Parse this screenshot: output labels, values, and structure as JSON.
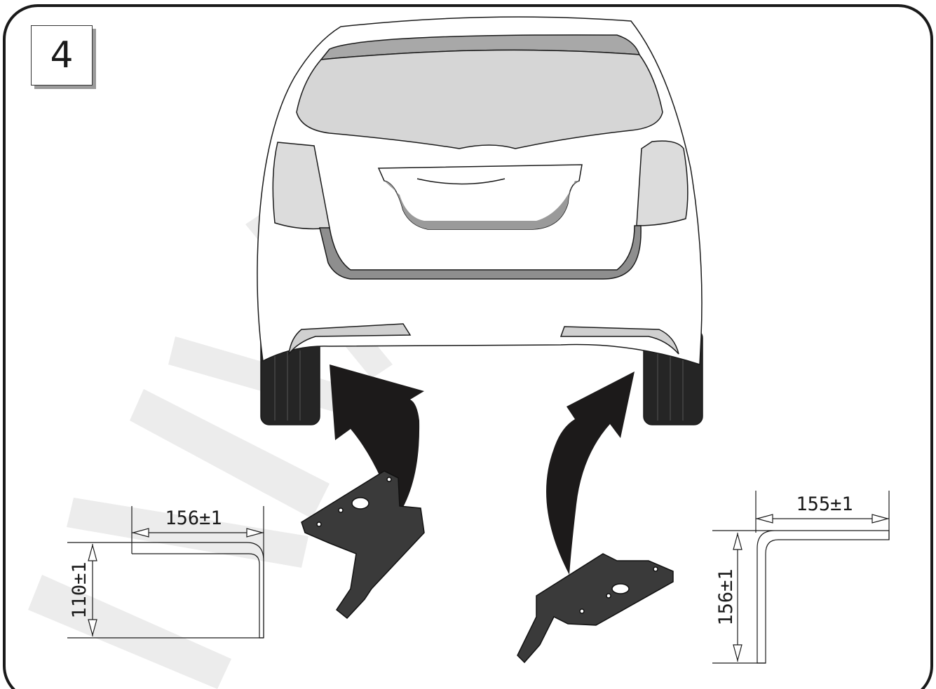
{
  "step_number": "4",
  "dimensions": {
    "left_bracket": {
      "width_label": "156±1",
      "height_label": "110±1"
    },
    "right_bracket": {
      "width_label": "155±1",
      "height_label": "156±1"
    }
  },
  "colors": {
    "outline": "#1a1a1a",
    "glass": "#d6d6d6",
    "trim": "#8e8e8e",
    "tyre": "#252525",
    "bracket": "#3a3a3a",
    "arrow": "#1c1a1a",
    "watermark": "#ececec"
  }
}
